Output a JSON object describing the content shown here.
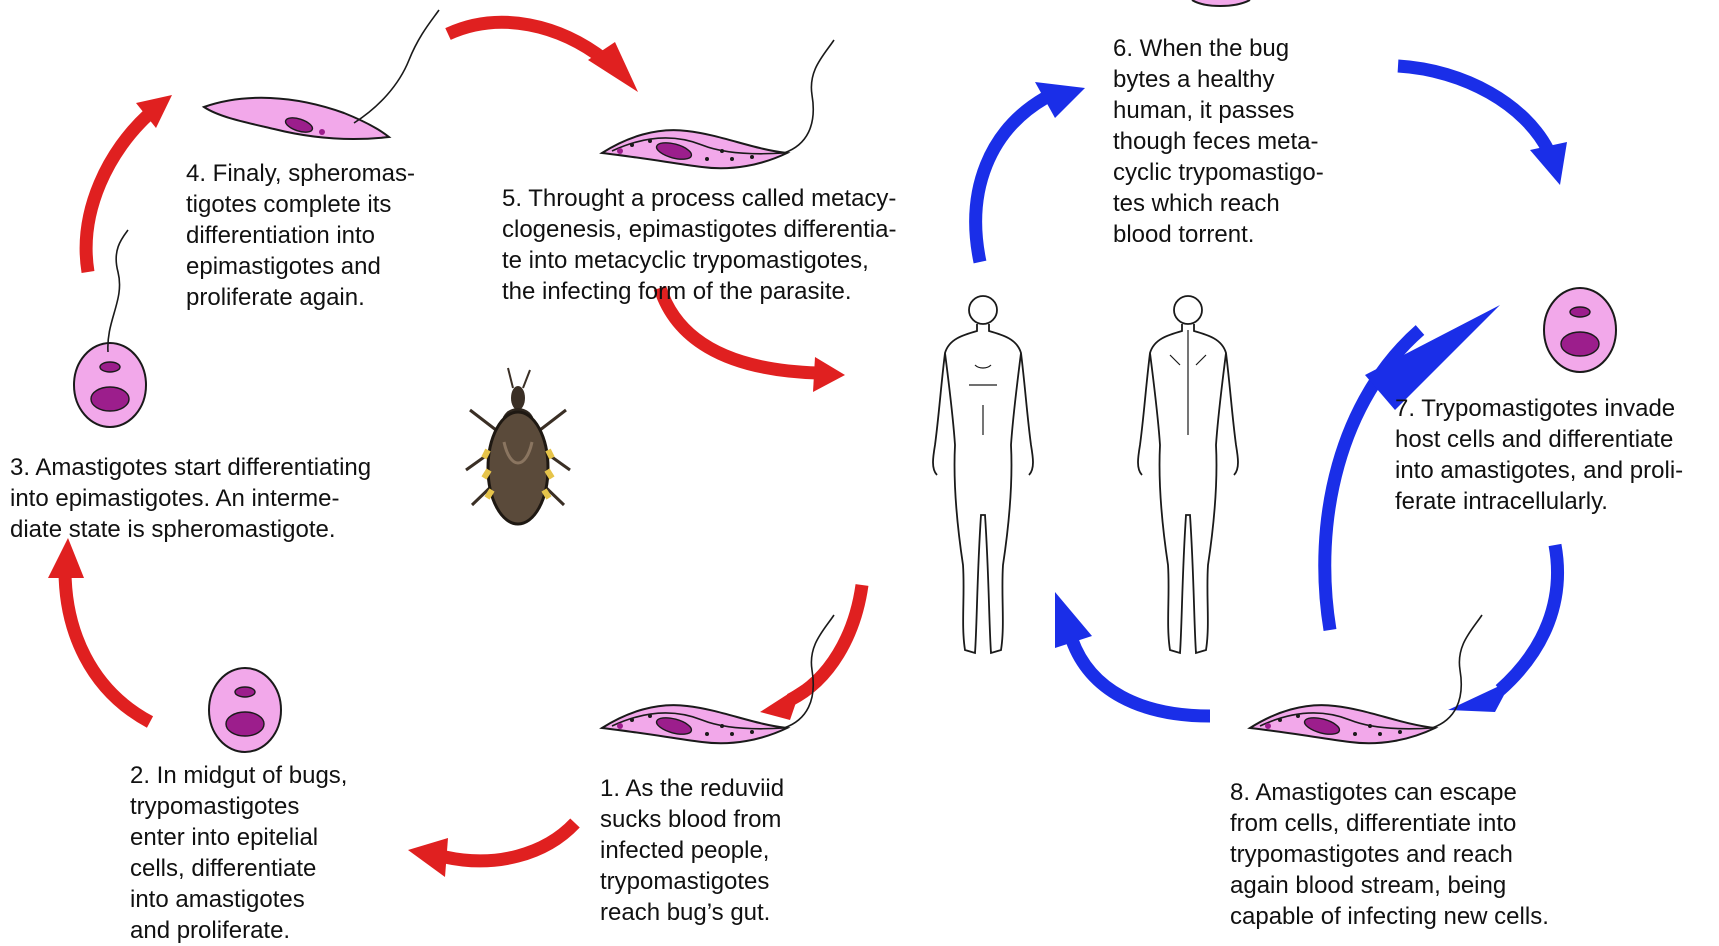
{
  "colors": {
    "vector_arrow": "#e02020",
    "human_arrow": "#1a2ee8",
    "cell_fill": "#f2a8ea",
    "nucleus_fill": "#9c1e8c",
    "outline": "#1a1a1a"
  },
  "steps": [
    {
      "id": "1",
      "text": "1. As the reduviid\nsucks blood from\ninfected people,\ntrypomastigotes\nreach bug’s gut."
    },
    {
      "id": "2",
      "text": "2. In midgut of bugs,\ntrypomastigotes\nenter into epitelial\ncells, differentiate\ninto amastigotes\nand proliferate."
    },
    {
      "id": "3",
      "text": "3. Amastigotes start differentiating\ninto epimastigotes. An interme-\ndiate state is spheromastigote."
    },
    {
      "id": "4",
      "text": "4. Finaly, spheromas-\ntigotes complete its\ndifferentiation into\nepimastigotes and\nproliferate again."
    },
    {
      "id": "5",
      "text": "5. Throught a process called metacy-\nclogenesis, epimastigotes differentia-\nte into metacyclic trypomastigotes,\nthe infecting form of the parasite."
    },
    {
      "id": "6",
      "text": "6. When the bug\nbytes a healthy\nhuman, it passes\nthough feces meta-\ncyclic trypomastigo-\ntes which reach\nblood torrent."
    },
    {
      "id": "7",
      "text": "7. Trypomastigotes invade\nhost cells and differentiate\ninto amastigotes, and proli-\nferate intracellularly."
    },
    {
      "id": "8",
      "text": "8. Amastigotes can escape\nfrom cells, differentiate into\ntrypomastigotes and reach\nagain blood stream, being\ncapable of infecting new cells."
    }
  ],
  "figures": {
    "bug": "triatomine-bug-photo",
    "human_front": "human-body-front",
    "human_back": "human-body-back"
  }
}
